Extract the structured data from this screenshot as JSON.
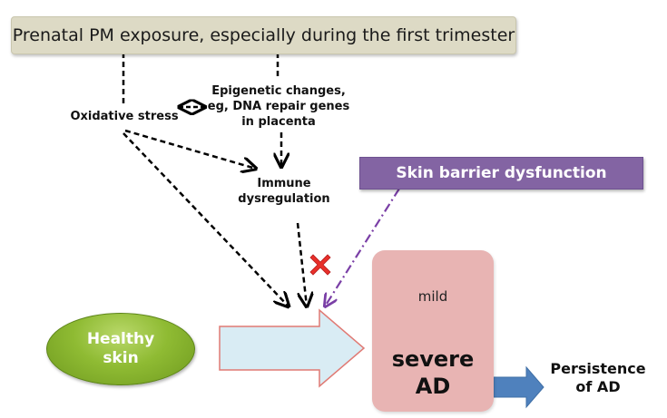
{
  "nodes": {
    "prenatal_exposure": "Prenatal PM exposure, especially during the first trimester",
    "oxidative_stress": "Oxidative stress",
    "epigenetic_changes": "Epigenetic changes, eg, DNA repair genes in placenta",
    "immune_dysregulation": "Immune dysregulation",
    "skin_barrier": "Skin barrier dysfunction",
    "healthy_skin": "Healthy\nskin",
    "mild": "mild",
    "severe_ad": "severe\nAD",
    "persistence": "Persistence\nof AD"
  },
  "colors": {
    "top_banner": "#dddac5",
    "skin_barrier": "#8364a3",
    "healthy_skin": "#8fbb33",
    "ad_box": "#e8b4b3",
    "progression_arrow": "#d9ecf4",
    "persistence_arrow": "#4f81bd",
    "cross_mark": "#e8302a",
    "dashed_arrows": "#000000",
    "dash_dot_arrow": "#7a3fa6"
  },
  "edges": [
    {
      "from": "prenatal_exposure",
      "to": "oxidative_stress",
      "style": "dashed"
    },
    {
      "from": "prenatal_exposure",
      "to": "epigenetic_changes",
      "style": "dashed"
    },
    {
      "from": "oxidative_stress",
      "to": "epigenetic_changes",
      "style": "dashed-bidirectional"
    },
    {
      "from": "epigenetic_changes",
      "to": "immune_dysregulation",
      "style": "dashed-arrow"
    },
    {
      "from": "oxidative_stress",
      "to": "immune_dysregulation",
      "style": "dashed-arrow"
    },
    {
      "from": "oxidative_stress",
      "to": "healthy_skin_progression",
      "style": "dashed-arrow"
    },
    {
      "from": "immune_dysregulation",
      "to": "healthy_skin_progression",
      "style": "dashed-arrow"
    },
    {
      "from": "skin_barrier",
      "to": "healthy_skin_progression",
      "style": "dash-dot-arrow"
    },
    {
      "from": "healthy_skin",
      "to": "severe_ad",
      "style": "block-arrow"
    },
    {
      "from": "severe_ad",
      "to": "persistence",
      "style": "block-arrow"
    }
  ],
  "icons": {
    "blocked": "cross-mark-icon"
  }
}
